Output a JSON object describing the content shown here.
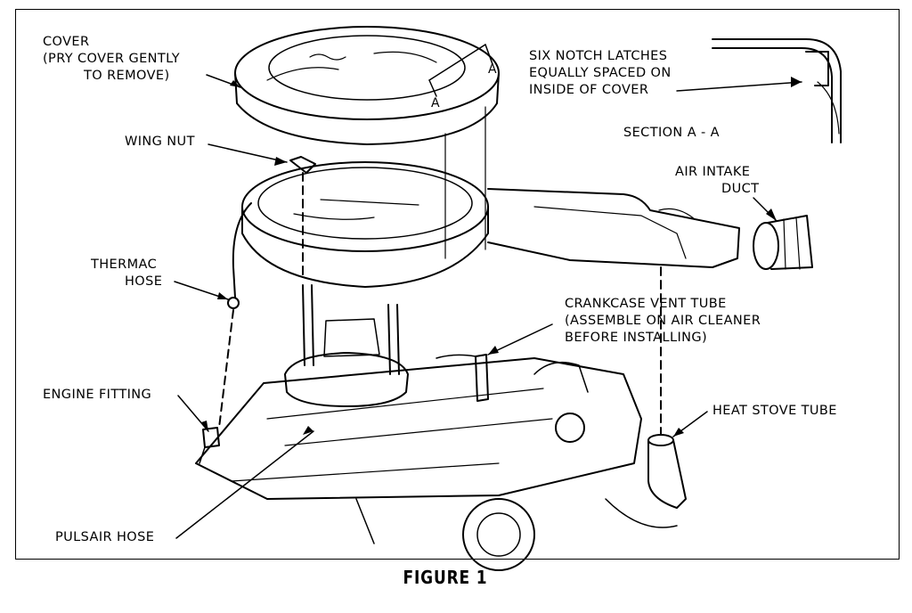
{
  "figure_caption": "FIGURE 1",
  "section_title": "SECTION A - A",
  "section_markers": [
    "A",
    "A"
  ],
  "labels": {
    "cover": [
      "COVER",
      "(PRY COVER GENTLY",
      "TO REMOVE)"
    ],
    "six_notch": [
      "SIX NOTCH LATCHES",
      "EQUALLY SPACED ON",
      "INSIDE OF COVER"
    ],
    "wing_nut": "WING NUT",
    "air_intake": [
      "AIR INTAKE",
      "DUCT"
    ],
    "thermac": [
      "THERMAC",
      "HOSE"
    ],
    "crankcase": [
      "CRANKCASE VENT TUBE",
      "(ASSEMBLE ON AIR CLEANER",
      "BEFORE INSTALLING)"
    ],
    "engine_fitting": "ENGINE FITTING",
    "heat_stove": "HEAT STOVE TUBE",
    "pulsair": "PULSAIR HOSE"
  }
}
